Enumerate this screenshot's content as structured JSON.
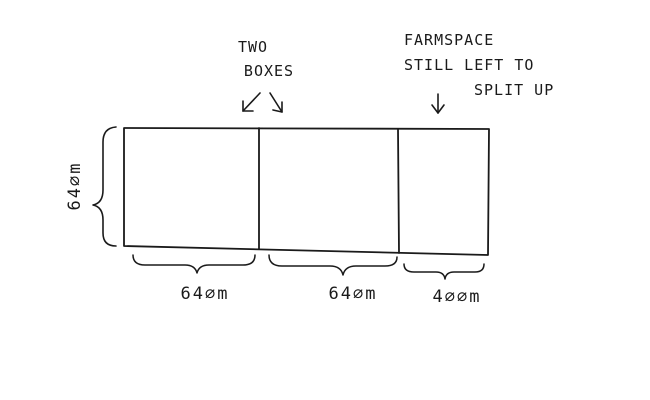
{
  "annotations": {
    "two_boxes": [
      "TWO",
      "BOXES"
    ],
    "remaining": [
      "FARMSPACE",
      "STILL LEFT TO",
      "SPLIT UP"
    ]
  },
  "dimensions": {
    "height": "64∅m",
    "box1_width": "64∅m",
    "box2_width": "64∅m",
    "remainder_width": "4∅∅m"
  },
  "diagram_values": {
    "side_m": 640,
    "box_widths_m": [
      640,
      640,
      400
    ]
  }
}
